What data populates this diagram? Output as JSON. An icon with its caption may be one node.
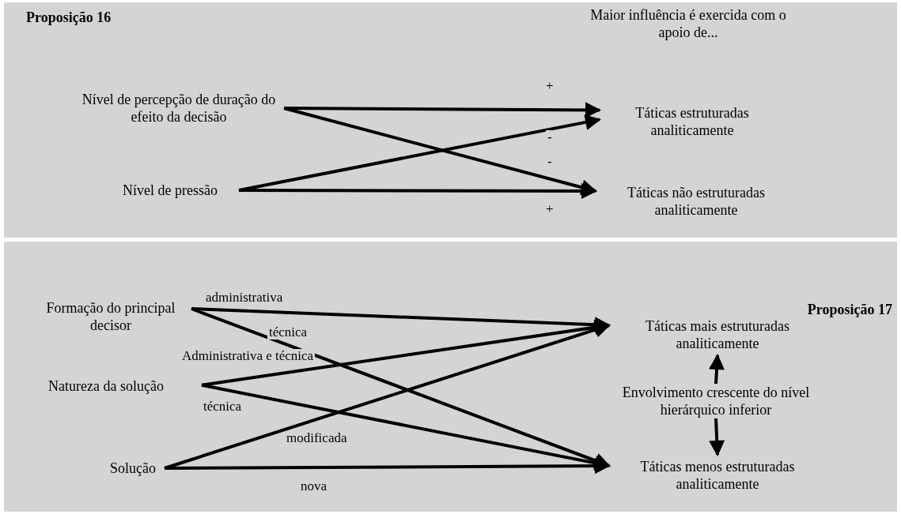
{
  "diagram": {
    "nodes": [
      {
        "text": [
          "Proposição 16"
        ]
      },
      {
        "text": [
          "Nível de percepção de duração do efeito da decisão"
        ],
        "in": 0
      },
      {
        "text": [
          "Nível de pressão"
        ],
        "in": 0
      },
      {
        "text": [
          "Táticas estruturadas analiticamente"
        ],
        "in": 0
      },
      {
        "text": [
          "Táticas não estruturadas analiticamente"
        ],
        "in": 0
      },
      {
        "text": [
          "Proposição 17"
        ]
      },
      {
        "text": [
          "Formação do principal decisor"
        ],
        "in": 5
      },
      {
        "text": [
          "Natureza da solução"
        ],
        "in": 5
      },
      {
        "text": [
          "Solução"
        ],
        "in": 5
      },
      {
        "text": [
          "Táticas mais estruturadas analiticamente"
        ],
        "in": 5
      },
      {
        "text": [
          "Envolvimento crescente do nível hierárquico inferior"
        ],
        "in": 5
      },
      {
        "text": [
          "Táticas menos estruturadas analiticamente"
        ],
        "in": 5
      }
    ],
    "edges": [
      {
        "from": 1,
        "to": 3,
        "arrow": "to",
        "label": "+"
      },
      {
        "from": 1,
        "to": 4,
        "arrow": "to",
        "label": "-"
      },
      {
        "from": 2,
        "to": 3,
        "arrow": "to",
        "label": "-"
      },
      {
        "from": 2,
        "to": 4,
        "arrow": "to",
        "label": "+"
      },
      {
        "from": 6,
        "to": 9,
        "arrow": "to",
        "label": "administrativa"
      },
      {
        "from": 6,
        "to": 11,
        "arrow": "to",
        "label": "técnica"
      },
      {
        "from": 7,
        "to": 9,
        "arrow": "to",
        "label": "Administrativa e técnica"
      },
      {
        "from": 7,
        "to": 11,
        "arrow": "to",
        "label": "técnica"
      },
      {
        "from": 8,
        "to": 9,
        "arrow": "to",
        "label": "modificada"
      },
      {
        "from": 8,
        "to": 11,
        "arrow": "to",
        "label": "nova"
      },
      {
        "from": 10,
        "to": 9,
        "arrow": "to"
      },
      {
        "from": 10,
        "to": 11,
        "arrow": "to"
      }
    ],
    "labels": [
      "Maior influência é exercida com o apoio de..."
    ]
  }
}
